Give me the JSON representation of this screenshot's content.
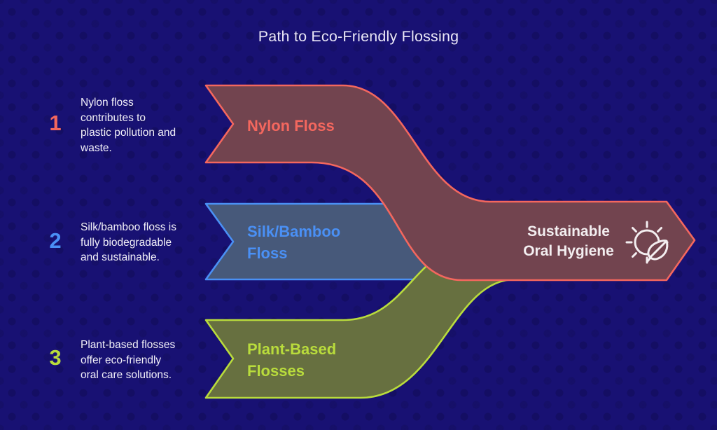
{
  "title": "Path to Eco-Friendly Flossing",
  "steps": [
    {
      "number": "1",
      "description": "Nylon floss\ncontributes to\nplastic pollution and\nwaste.",
      "label": "Nylon Floss"
    },
    {
      "number": "2",
      "description": "Silk/bamboo floss is\nfully biodegradable\nand sustainable.",
      "label": "Silk/Bamboo\nFloss"
    },
    {
      "number": "3",
      "description": "Plant-based flosses\noffer eco-friendly\noral care solutions.",
      "label": "Plant-Based\nFlosses"
    }
  ],
  "result": {
    "label": "Sustainable\nOral Hygiene",
    "icon": "sun-leaf-icon"
  },
  "colors": {
    "bg": "#181173",
    "red": "#f4675e",
    "red_fill": "#72444f",
    "blue": "#4a90f5",
    "blue_fill": "#47597a",
    "green": "#b9dc3c",
    "green_fill": "#677040",
    "text": "#f2f0f8",
    "title": "#e9e6f6",
    "result_text": "#f3eef0"
  }
}
